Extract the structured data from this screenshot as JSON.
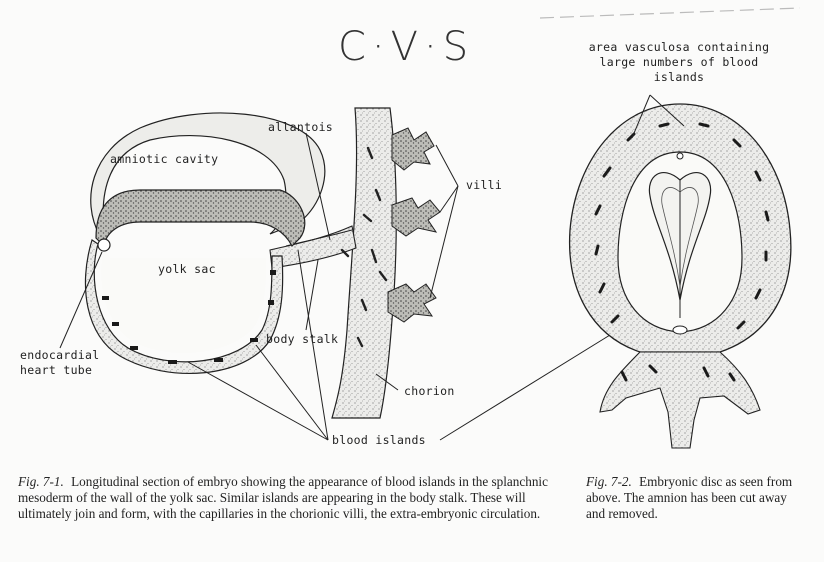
{
  "title": "C·V·S",
  "figure_1": {
    "labels": {
      "amniotic_cavity": "amniotic cavity",
      "allantois": "allantois",
      "villi": "villi",
      "yolk_sac": "yolk sac",
      "body_stalk": "body stalk",
      "endocardial_heart_tube": "endocardial heart tube",
      "chorion": "chorion",
      "blood_islands": "blood islands"
    },
    "caption_number": "Fig. 7-1.",
    "caption_text": "Longitudinal section of embryo showing the appearance of blood islands in the splanchnic mesoderm of the wall of the yolk sac. Similar islands are appearing in the body stalk. These will ultimately join and form, with the capillaries in the chorionic villi, the extra-embryonic circulation."
  },
  "figure_2": {
    "labels": {
      "area_vasculosa": "area vasculosa containing large numbers of blood islands"
    },
    "caption_number": "Fig. 7-2.",
    "caption_text": "Embryonic disc as seen from above. The amnion has been cut away and removed."
  }
}
